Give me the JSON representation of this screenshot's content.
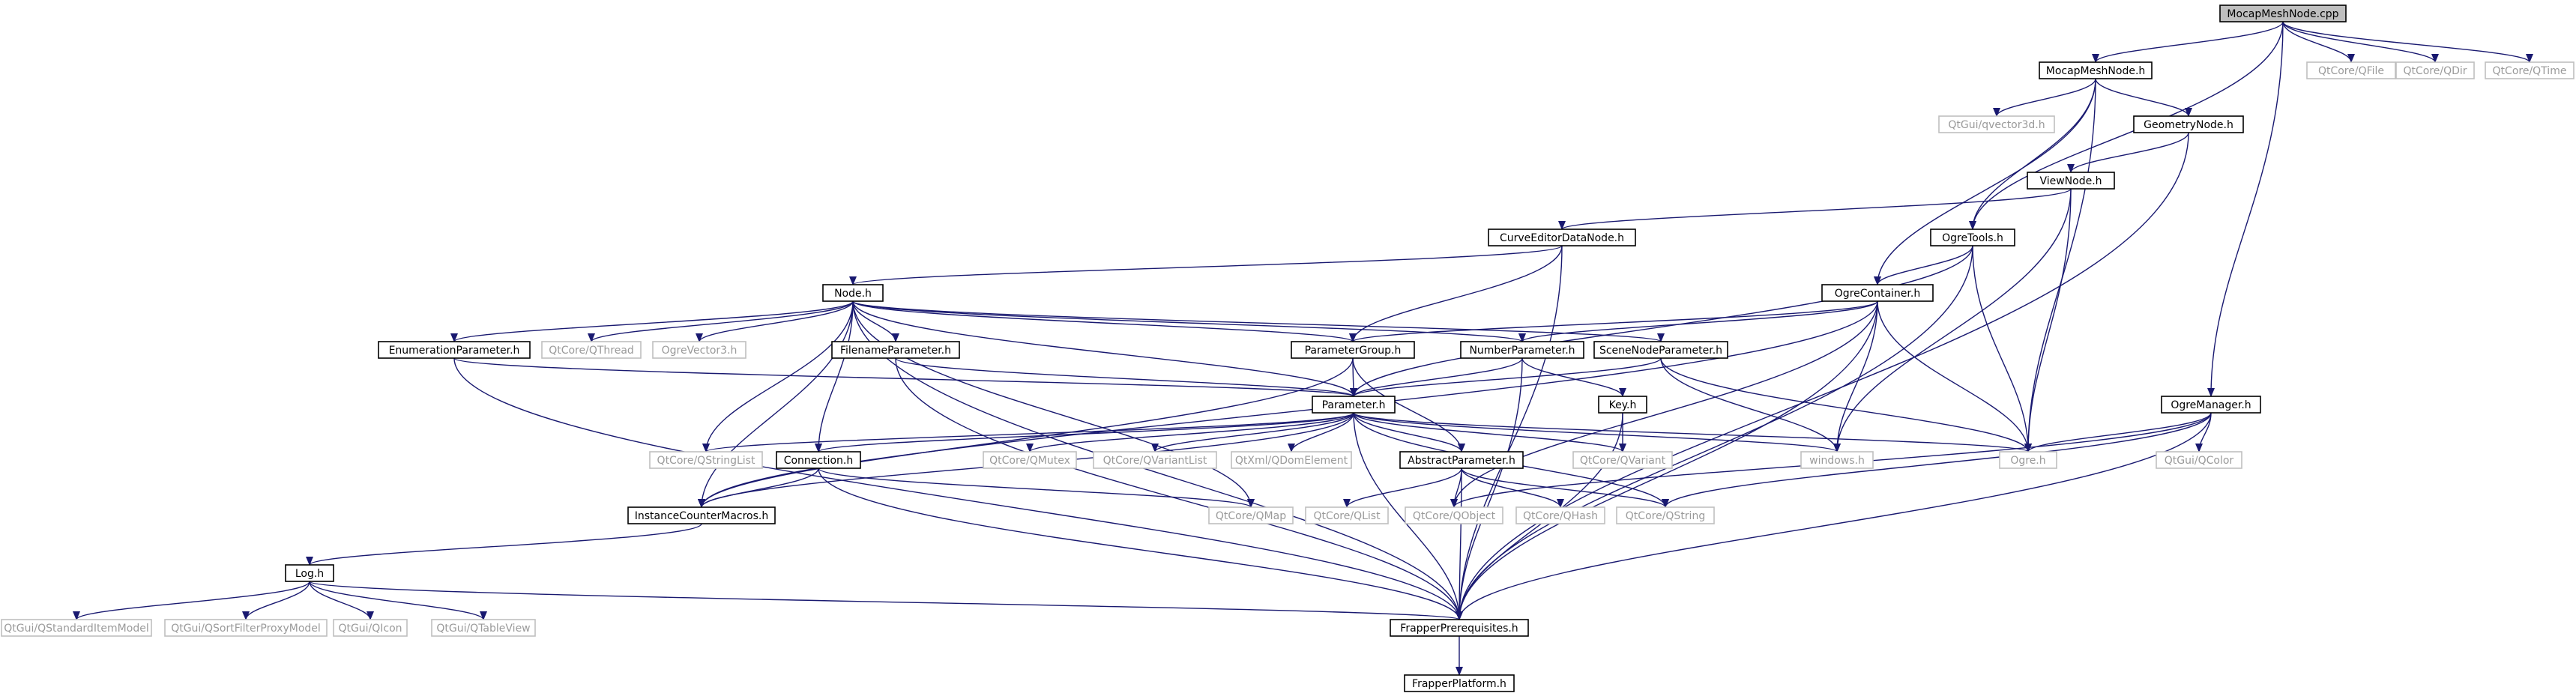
{
  "graph": {
    "edge_color": "#191970",
    "root_fill": "#bfbfbf",
    "nodes": [
      {
        "id": "MocapMeshNode.cpp",
        "style": "root"
      },
      {
        "id": "MocapMeshNode.h",
        "style": "solid"
      },
      {
        "id": "QtCore/QFile",
        "style": "gray"
      },
      {
        "id": "QtCore/QDir",
        "style": "gray"
      },
      {
        "id": "QtCore/QTime",
        "style": "gray"
      },
      {
        "id": "QtGui/qvector3d.h",
        "style": "gray"
      },
      {
        "id": "GeometryNode.h",
        "style": "solid"
      },
      {
        "id": "ViewNode.h",
        "style": "solid"
      },
      {
        "id": "CurveEditorDataNode.h",
        "style": "solid"
      },
      {
        "id": "OgreTools.h",
        "style": "solid"
      },
      {
        "id": "Node.h",
        "style": "solid"
      },
      {
        "id": "OgreContainer.h",
        "style": "solid"
      },
      {
        "id": "EnumerationParameter.h",
        "style": "solid"
      },
      {
        "id": "QtCore/QThread",
        "style": "gray"
      },
      {
        "id": "OgreVector3.h",
        "style": "gray"
      },
      {
        "id": "FilenameParameter.h",
        "style": "solid"
      },
      {
        "id": "ParameterGroup.h",
        "style": "solid"
      },
      {
        "id": "NumberParameter.h",
        "style": "solid"
      },
      {
        "id": "SceneNodeParameter.h",
        "style": "solid"
      },
      {
        "id": "Key.h",
        "style": "solid"
      },
      {
        "id": "OgreManager.h",
        "style": "solid"
      },
      {
        "id": "Parameter.h",
        "style": "solid"
      },
      {
        "id": "QtCore/QStringList",
        "style": "gray"
      },
      {
        "id": "Connection.h",
        "style": "solid"
      },
      {
        "id": "QtCore/QMutex",
        "style": "gray"
      },
      {
        "id": "QtCore/QVariantList",
        "style": "gray"
      },
      {
        "id": "QtXml/QDomElement",
        "style": "gray"
      },
      {
        "id": "AbstractParameter.h",
        "style": "solid"
      },
      {
        "id": "QtCore/QVariant",
        "style": "gray"
      },
      {
        "id": "windows.h",
        "style": "gray"
      },
      {
        "id": "Ogre.h",
        "style": "gray"
      },
      {
        "id": "QtGui/QColor",
        "style": "gray"
      },
      {
        "id": "InstanceCounterMacros.h",
        "style": "solid"
      },
      {
        "id": "QtCore/QMap",
        "style": "gray"
      },
      {
        "id": "QtCore/QList",
        "style": "gray"
      },
      {
        "id": "QtCore/QObject",
        "style": "gray"
      },
      {
        "id": "QtCore/QHash",
        "style": "gray"
      },
      {
        "id": "QtCore/QString",
        "style": "gray"
      },
      {
        "id": "Log.h",
        "style": "solid"
      },
      {
        "id": "QtGui/QStandardItemModel",
        "style": "gray"
      },
      {
        "id": "QtGui/QSortFilterProxyModel",
        "style": "gray"
      },
      {
        "id": "QtGui/QIcon",
        "style": "gray"
      },
      {
        "id": "QtGui/QTableView",
        "style": "gray"
      },
      {
        "id": "FrapperPrerequisites.h",
        "style": "solid"
      },
      {
        "id": "FrapperPlatform.h",
        "style": "solid"
      }
    ],
    "edges": [
      [
        "MocapMeshNode.cpp",
        "MocapMeshNode.h"
      ],
      [
        "MocapMeshNode.cpp",
        "QtCore/QFile"
      ],
      [
        "MocapMeshNode.cpp",
        "QtCore/QDir"
      ],
      [
        "MocapMeshNode.cpp",
        "QtCore/QTime"
      ],
      [
        "MocapMeshNode.cpp",
        "OgreTools.h"
      ],
      [
        "MocapMeshNode.cpp",
        "OgreManager.h"
      ],
      [
        "MocapMeshNode.h",
        "QtGui/qvector3d.h"
      ],
      [
        "MocapMeshNode.h",
        "GeometryNode.h"
      ],
      [
        "MocapMeshNode.h",
        "OgreTools.h"
      ],
      [
        "MocapMeshNode.h",
        "OgreContainer.h"
      ],
      [
        "MocapMeshNode.h",
        "Ogre.h"
      ],
      [
        "GeometryNode.h",
        "ViewNode.h"
      ],
      [
        "GeometryNode.h",
        "FrapperPrerequisites.h"
      ],
      [
        "ViewNode.h",
        "CurveEditorDataNode.h"
      ],
      [
        "ViewNode.h",
        "windows.h"
      ],
      [
        "ViewNode.h",
        "Ogre.h"
      ],
      [
        "CurveEditorDataNode.h",
        "Node.h"
      ],
      [
        "CurveEditorDataNode.h",
        "ParameterGroup.h"
      ],
      [
        "CurveEditorDataNode.h",
        "FrapperPrerequisites.h"
      ],
      [
        "OgreTools.h",
        "OgreContainer.h"
      ],
      [
        "OgreTools.h",
        "Parameter.h"
      ],
      [
        "OgreTools.h",
        "Ogre.h"
      ],
      [
        "OgreTools.h",
        "FrapperPrerequisites.h"
      ],
      [
        "Node.h",
        "EnumerationParameter.h"
      ],
      [
        "Node.h",
        "QtCore/QThread"
      ],
      [
        "Node.h",
        "OgreVector3.h"
      ],
      [
        "Node.h",
        "FilenameParameter.h"
      ],
      [
        "Node.h",
        "ParameterGroup.h"
      ],
      [
        "Node.h",
        "NumberParameter.h"
      ],
      [
        "Node.h",
        "SceneNodeParameter.h"
      ],
      [
        "Node.h",
        "Parameter.h"
      ],
      [
        "Node.h",
        "Connection.h"
      ],
      [
        "Node.h",
        "QtCore/QStringList"
      ],
      [
        "Node.h",
        "InstanceCounterMacros.h"
      ],
      [
        "Node.h",
        "QtCore/QMap"
      ],
      [
        "Node.h",
        "FrapperPrerequisites.h"
      ],
      [
        "OgreContainer.h",
        "ParameterGroup.h"
      ],
      [
        "OgreContainer.h",
        "NumberParameter.h"
      ],
      [
        "OgreContainer.h",
        "Ogre.h"
      ],
      [
        "OgreContainer.h",
        "windows.h"
      ],
      [
        "OgreContainer.h",
        "InstanceCounterMacros.h"
      ],
      [
        "OgreContainer.h",
        "QtCore/QObject"
      ],
      [
        "OgreContainer.h",
        "FrapperPrerequisites.h"
      ],
      [
        "EnumerationParameter.h",
        "Parameter.h"
      ],
      [
        "EnumerationParameter.h",
        "FrapperPrerequisites.h"
      ],
      [
        "FilenameParameter.h",
        "Parameter.h"
      ],
      [
        "FilenameParameter.h",
        "FrapperPrerequisites.h"
      ],
      [
        "ParameterGroup.h",
        "Parameter.h"
      ],
      [
        "ParameterGroup.h",
        "AbstractParameter.h"
      ],
      [
        "ParameterGroup.h",
        "InstanceCounterMacros.h"
      ],
      [
        "NumberParameter.h",
        "Parameter.h"
      ],
      [
        "NumberParameter.h",
        "Key.h"
      ],
      [
        "NumberParameter.h",
        "FrapperPrerequisites.h"
      ],
      [
        "SceneNodeParameter.h",
        "Parameter.h"
      ],
      [
        "SceneNodeParameter.h",
        "Ogre.h"
      ],
      [
        "SceneNodeParameter.h",
        "windows.h"
      ],
      [
        "Key.h",
        "QtCore/QVariant"
      ],
      [
        "Key.h",
        "FrapperPrerequisites.h"
      ],
      [
        "OgreManager.h",
        "Ogre.h"
      ],
      [
        "OgreManager.h",
        "QtGui/QColor"
      ],
      [
        "OgreManager.h",
        "QtCore/QString"
      ],
      [
        "OgreManager.h",
        "QtCore/QObject"
      ],
      [
        "OgreManager.h",
        "FrapperPrerequisites.h"
      ],
      [
        "Parameter.h",
        "QtCore/QStringList"
      ],
      [
        "Parameter.h",
        "Connection.h"
      ],
      [
        "Parameter.h",
        "QtCore/QMutex"
      ],
      [
        "Parameter.h",
        "QtCore/QVariantList"
      ],
      [
        "Parameter.h",
        "QtXml/QDomElement"
      ],
      [
        "Parameter.h",
        "AbstractParameter.h"
      ],
      [
        "Parameter.h",
        "QtCore/QVariant"
      ],
      [
        "Parameter.h",
        "windows.h"
      ],
      [
        "Parameter.h",
        "Ogre.h"
      ],
      [
        "Parameter.h",
        "QtCore/QString"
      ],
      [
        "Parameter.h",
        "InstanceCounterMacros.h"
      ],
      [
        "Parameter.h",
        "FrapperPrerequisites.h"
      ],
      [
        "Connection.h",
        "InstanceCounterMacros.h"
      ],
      [
        "Connection.h",
        "QtCore/QMap"
      ],
      [
        "Connection.h",
        "FrapperPrerequisites.h"
      ],
      [
        "AbstractParameter.h",
        "QtCore/QList"
      ],
      [
        "AbstractParameter.h",
        "QtCore/QObject"
      ],
      [
        "AbstractParameter.h",
        "QtCore/QHash"
      ],
      [
        "AbstractParameter.h",
        "QtCore/QString"
      ],
      [
        "AbstractParameter.h",
        "FrapperPrerequisites.h"
      ],
      [
        "InstanceCounterMacros.h",
        "Log.h"
      ],
      [
        "Log.h",
        "QtGui/QStandardItemModel"
      ],
      [
        "Log.h",
        "QtGui/QSortFilterProxyModel"
      ],
      [
        "Log.h",
        "QtGui/QIcon"
      ],
      [
        "Log.h",
        "QtGui/QTableView"
      ],
      [
        "Log.h",
        "FrapperPrerequisites.h"
      ],
      [
        "FrapperPrerequisites.h",
        "FrapperPlatform.h"
      ]
    ]
  }
}
